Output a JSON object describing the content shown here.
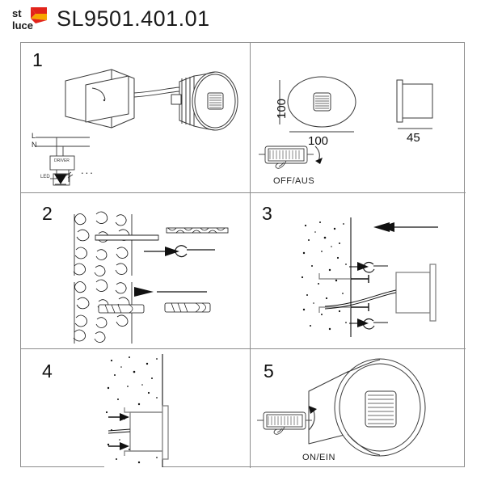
{
  "header": {
    "title": "SL9501.401.01",
    "logo": {
      "line1": "st",
      "line2": "luce",
      "mark_color_red": "#e2231a",
      "mark_color_orange": "#f7a600",
      "text_color": "#1a1a1a"
    }
  },
  "panels": [
    {
      "id": "panel-1",
      "step": "1",
      "caption": "",
      "wiring": {
        "live_label": "L",
        "neutral_label": "N",
        "driver_label": "DRIVER",
        "led_label": "LED",
        "repeat_label": "..."
      }
    },
    {
      "id": "panel-dimensions",
      "step": "",
      "width_mm": "100",
      "height_mm": "100",
      "depth_mm": "45",
      "switch_label": "OFF/AUS"
    },
    {
      "id": "panel-2",
      "step": "2",
      "caption": ""
    },
    {
      "id": "panel-3",
      "step": "3",
      "caption": ""
    },
    {
      "id": "panel-4",
      "step": "4",
      "caption": ""
    },
    {
      "id": "panel-5",
      "step": "5",
      "switch_label": "ON/EIN"
    }
  ],
  "colors": {
    "grid_line": "#8d8d8d",
    "draw_line": "#3a3a3a",
    "wall_fill": "#ffffff",
    "text": "#111111"
  }
}
